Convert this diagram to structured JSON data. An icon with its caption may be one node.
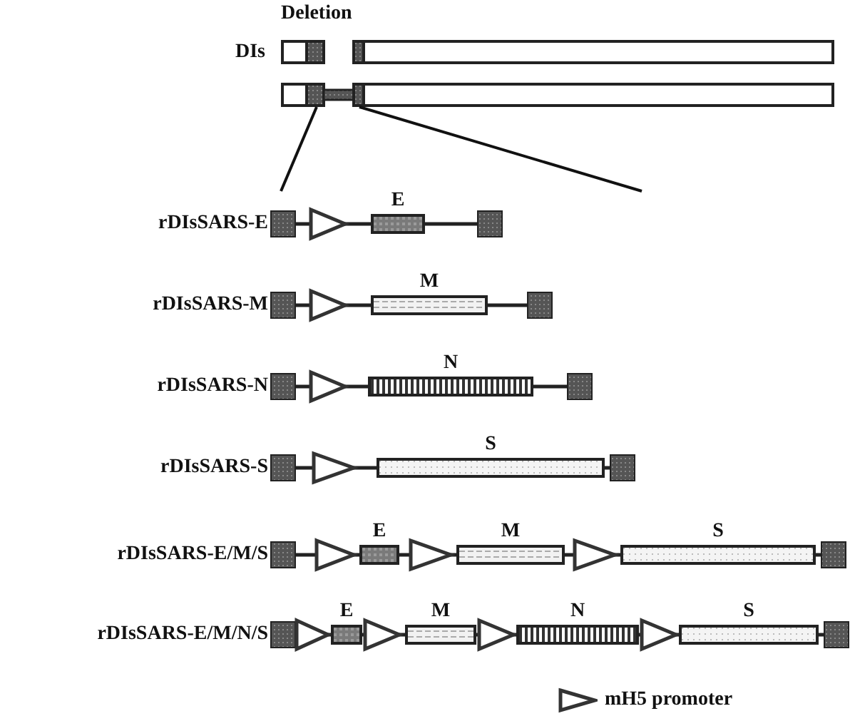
{
  "diagram": {
    "nodes": [
      {
        "text": [
          "E"
        ]
      },
      {
        "text": [
          "M"
        ]
      },
      {
        "text": [
          "N"
        ]
      },
      {
        "text": [
          "S"
        ]
      },
      {
        "text": [
          "E"
        ]
      },
      {
        "text": [
          "M"
        ]
      },
      {
        "text": [
          "S"
        ]
      },
      {
        "text": [
          "E"
        ]
      },
      {
        "text": [
          "M"
        ]
      },
      {
        "text": [
          "N"
        ]
      },
      {
        "text": [
          "S"
        ]
      }
    ],
    "edges": [],
    "labels": [
      "Deletion",
      "DIs",
      "rDIsSARS-E",
      "rDIsSARS-M",
      "rDIsSARS-N",
      "rDIsSARS-S",
      "rDIsSARS-E/M/S",
      "rDIsSARS-E/M/N/S"
    ],
    "legend": [
      {
        "text": "mH5 promoter"
      }
    ]
  }
}
